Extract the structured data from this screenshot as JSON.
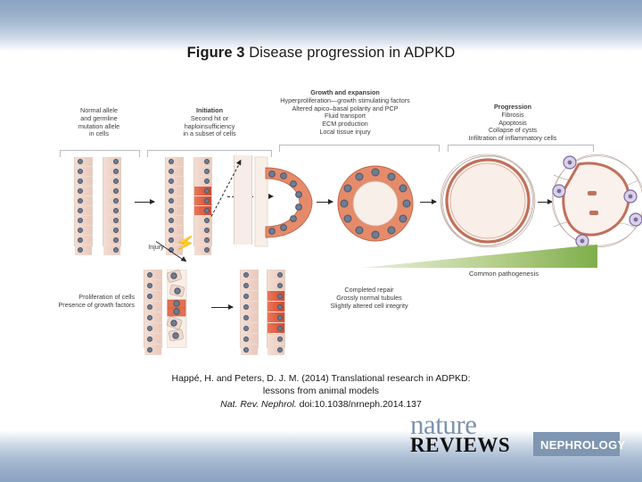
{
  "slide": {
    "title_prefix": "Figure 3",
    "title_text": " Disease progression in ADPKD"
  },
  "figure": {
    "headings": {
      "normal": {
        "line1": "Normal allele",
        "line2": "and germline",
        "line3": "mutation allele",
        "line4": "in cells"
      },
      "initiation": {
        "title": "Initiation",
        "line1": "Second hit or",
        "line2": "haploinsufficiency",
        "line3": "in a subset of cells"
      },
      "growth": {
        "title": "Growth and expansion",
        "line1": "Hyperproliferation—growth stimulating factors",
        "line2": "Altered apico–basal polarity and PCP",
        "line3": "Fluid transport",
        "line4": "ECM production",
        "line5": "Local tissue injury"
      },
      "progression": {
        "title": "Progression",
        "line1": "Fibrosis",
        "line2": "Apoptosis",
        "line3": "Collapse of cysts",
        "line4": "Infiltration of inflammatory cells"
      }
    },
    "annotations": {
      "injury": "Injury",
      "proliferation_line1": "Proliferation of cells",
      "proliferation_line2": "Presence of growth factors",
      "repair_line1": "Completed repair",
      "repair_line2": "Grossly normal tubules",
      "repair_line3": "Slightly altered cell integrity",
      "common_pathogenesis": "Common pathogenesis"
    }
  },
  "citation": {
    "line1": "Happé, H. and Peters, D. J. M. (2014) Translational research in ADPKD:",
    "line2": "lessons from animal models",
    "journal": "Nat. Rev. Nephrol.",
    "doi": " doi:10.1038/nrneph.2014.137"
  },
  "logo": {
    "nature": "nature",
    "reviews": "REVIEWS",
    "nephrology": "NEPHROLOGY",
    "box_color": "#7f96b2",
    "nature_color": "#7d93ae"
  }
}
